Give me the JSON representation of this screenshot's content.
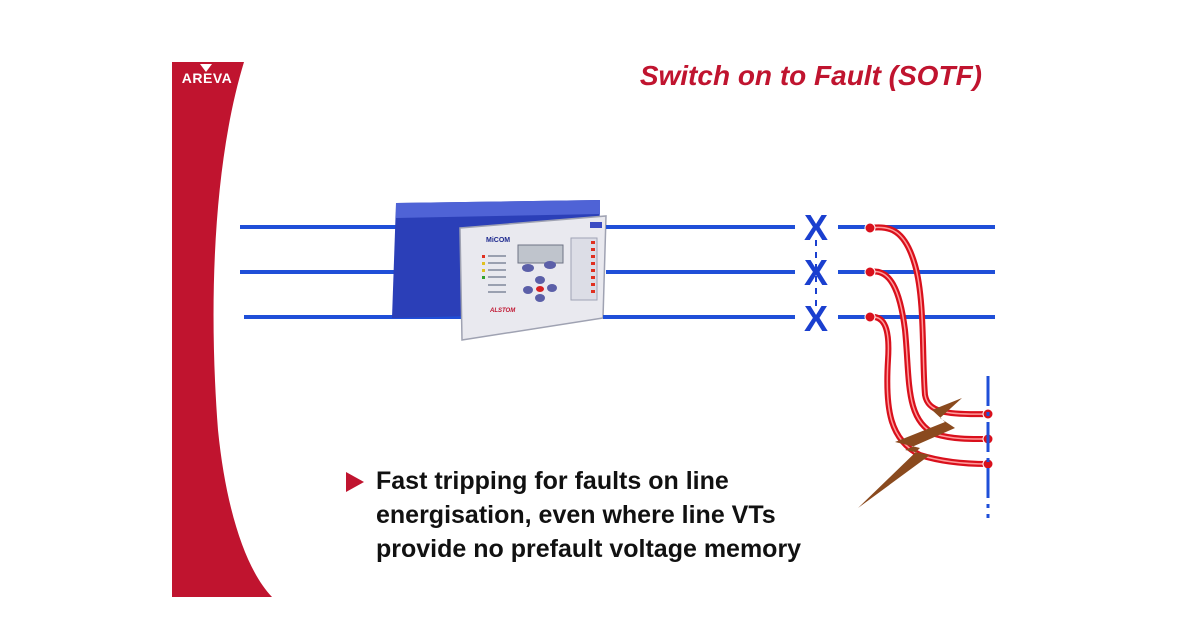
{
  "slide": {
    "logo_text": "AREVA",
    "title": "Switch on to Fault (SOTF)",
    "relay": {
      "brand": "MiCOM",
      "maker": "ALSTOM"
    },
    "breaker_symbol": "X",
    "bullets": [
      {
        "lines": [
          "Fast tripping for faults on line",
          "energisation, even where line VTs",
          "provide no prefault voltage memory"
        ]
      }
    ]
  },
  "colors": {
    "brand_red": "#c0142f",
    "line_blue": "#1f4fd8",
    "breaker_blue": "#1a3fcf",
    "earth_red": "#d9101c",
    "lightning_brown": "#8a4a1e",
    "relay_blue": "#2b3fb8"
  }
}
